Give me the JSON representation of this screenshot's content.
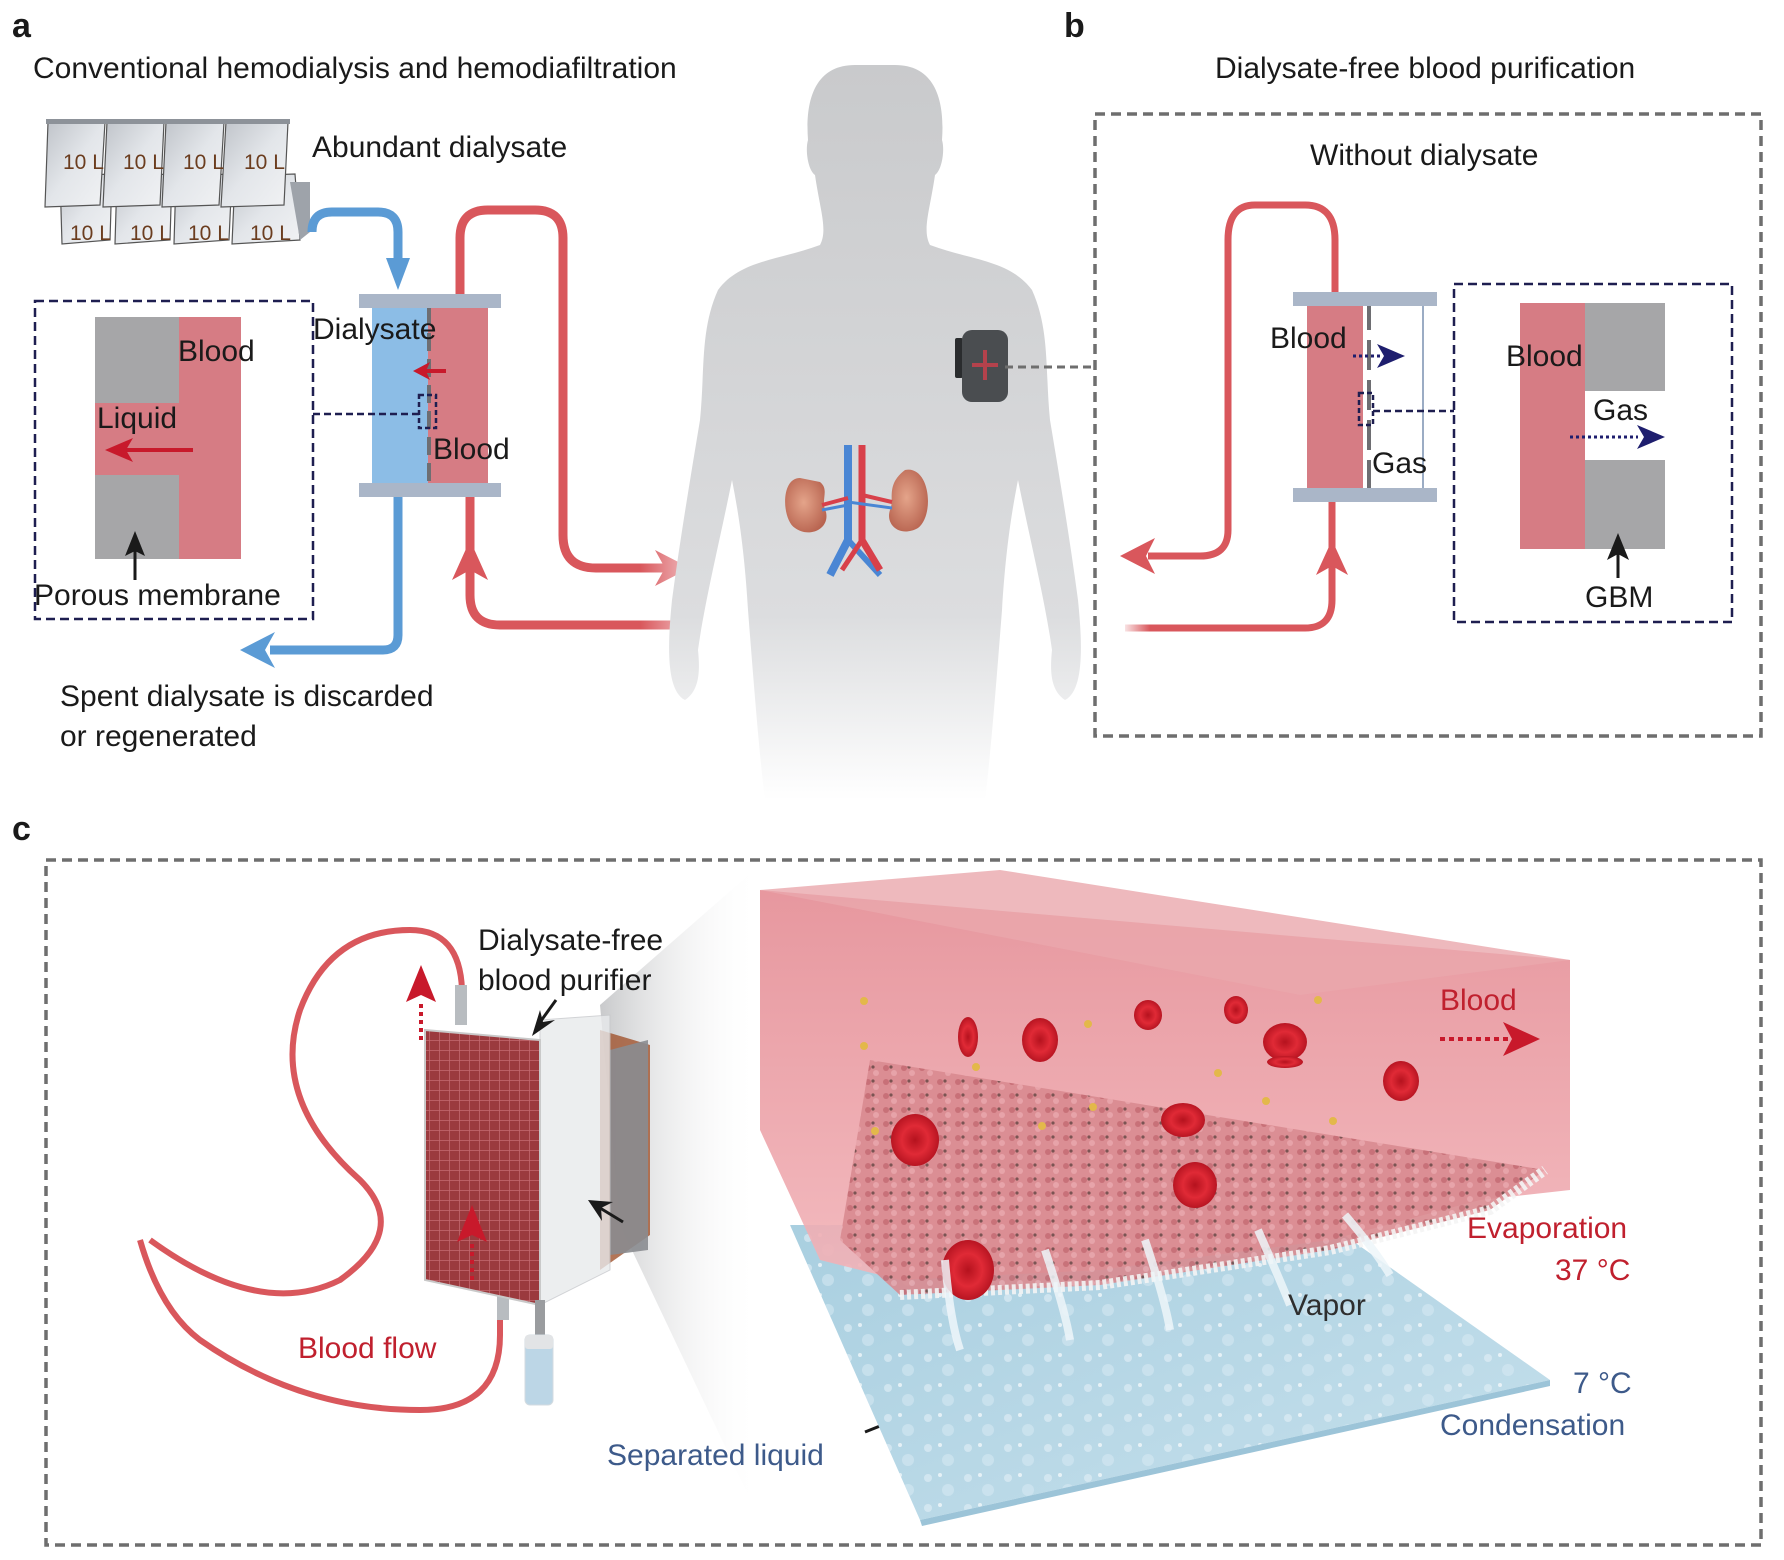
{
  "figure": {
    "panel_a": {
      "letter": "a",
      "title": "Conventional hemodialysis and hemodiafiltration",
      "bags": [
        "10 L",
        "10 L",
        "10 L",
        "10 L",
        "10 L",
        "10 L",
        "10 L",
        "10 L"
      ],
      "abundant_label": "Abundant dialysate",
      "inset": {
        "blood_label": "Blood",
        "liquid_label": "Liquid",
        "membrane_label": "Porous membrane"
      },
      "dialyzer": {
        "dialysate_label": "Dialysate",
        "blood_label": "Blood"
      },
      "spent_label_line1": "Spent dialysate is discarded",
      "spent_label_line2": "or regenerated"
    },
    "panel_b": {
      "letter": "b",
      "title": "Dialysate-free blood purification",
      "box_title": "Without dialysate",
      "device": {
        "blood_label": "Blood",
        "gas_label": "Gas"
      },
      "inset": {
        "blood_label": "Blood",
        "gas_label": "Gas",
        "gbm_label": "GBM"
      }
    },
    "panel_c": {
      "letter": "c",
      "purifier_label_line1": "Dialysate-free",
      "purifier_label_line2": "blood purifier",
      "blood_flow_label": "Blood flow",
      "separated_liquid_label": "Separated liquid",
      "blood_label": "Blood",
      "evaporation_label": "Evaporation",
      "evaporation_temp": "37 °C",
      "vapor_label": "Vapor",
      "condensation_temp": "7 °C",
      "condensation_label": "Condensation"
    },
    "colors": {
      "blood": "#d9575c",
      "blood_fill": "#d67c84",
      "dialysate": "#5b9bd5",
      "dialysate_fill": "#8cbde6",
      "membrane_gray": "#a6a6a8",
      "inset_border": "#1e1e50",
      "panel_border": "#6e6e6e",
      "arrow_red": "#c8192b",
      "arrow_navy": "#1e1e6e",
      "label_red": "#c0202e",
      "label_blue": "#3d5a8a"
    }
  }
}
